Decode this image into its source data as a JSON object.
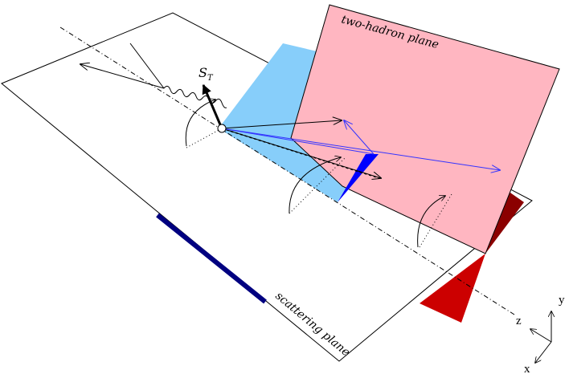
{
  "labels": {
    "two_hadron_plane": "two-hadron plane",
    "scattering_plane": "scattering plane",
    "spin_symbol": "S",
    "spin_subscript": "T",
    "axis_x": "x",
    "axis_y": "y",
    "axis_z": "z"
  },
  "colors": {
    "two_hadron_plane": "#ffb6c1",
    "light_blue_plane": "#87cefa",
    "dark_blue": "#0000ff",
    "dark_red": "#cc0000",
    "maroon": "#8b0000",
    "navy_bar": "#000080",
    "vector_blue": "#3333ff",
    "outline": "#000000"
  }
}
